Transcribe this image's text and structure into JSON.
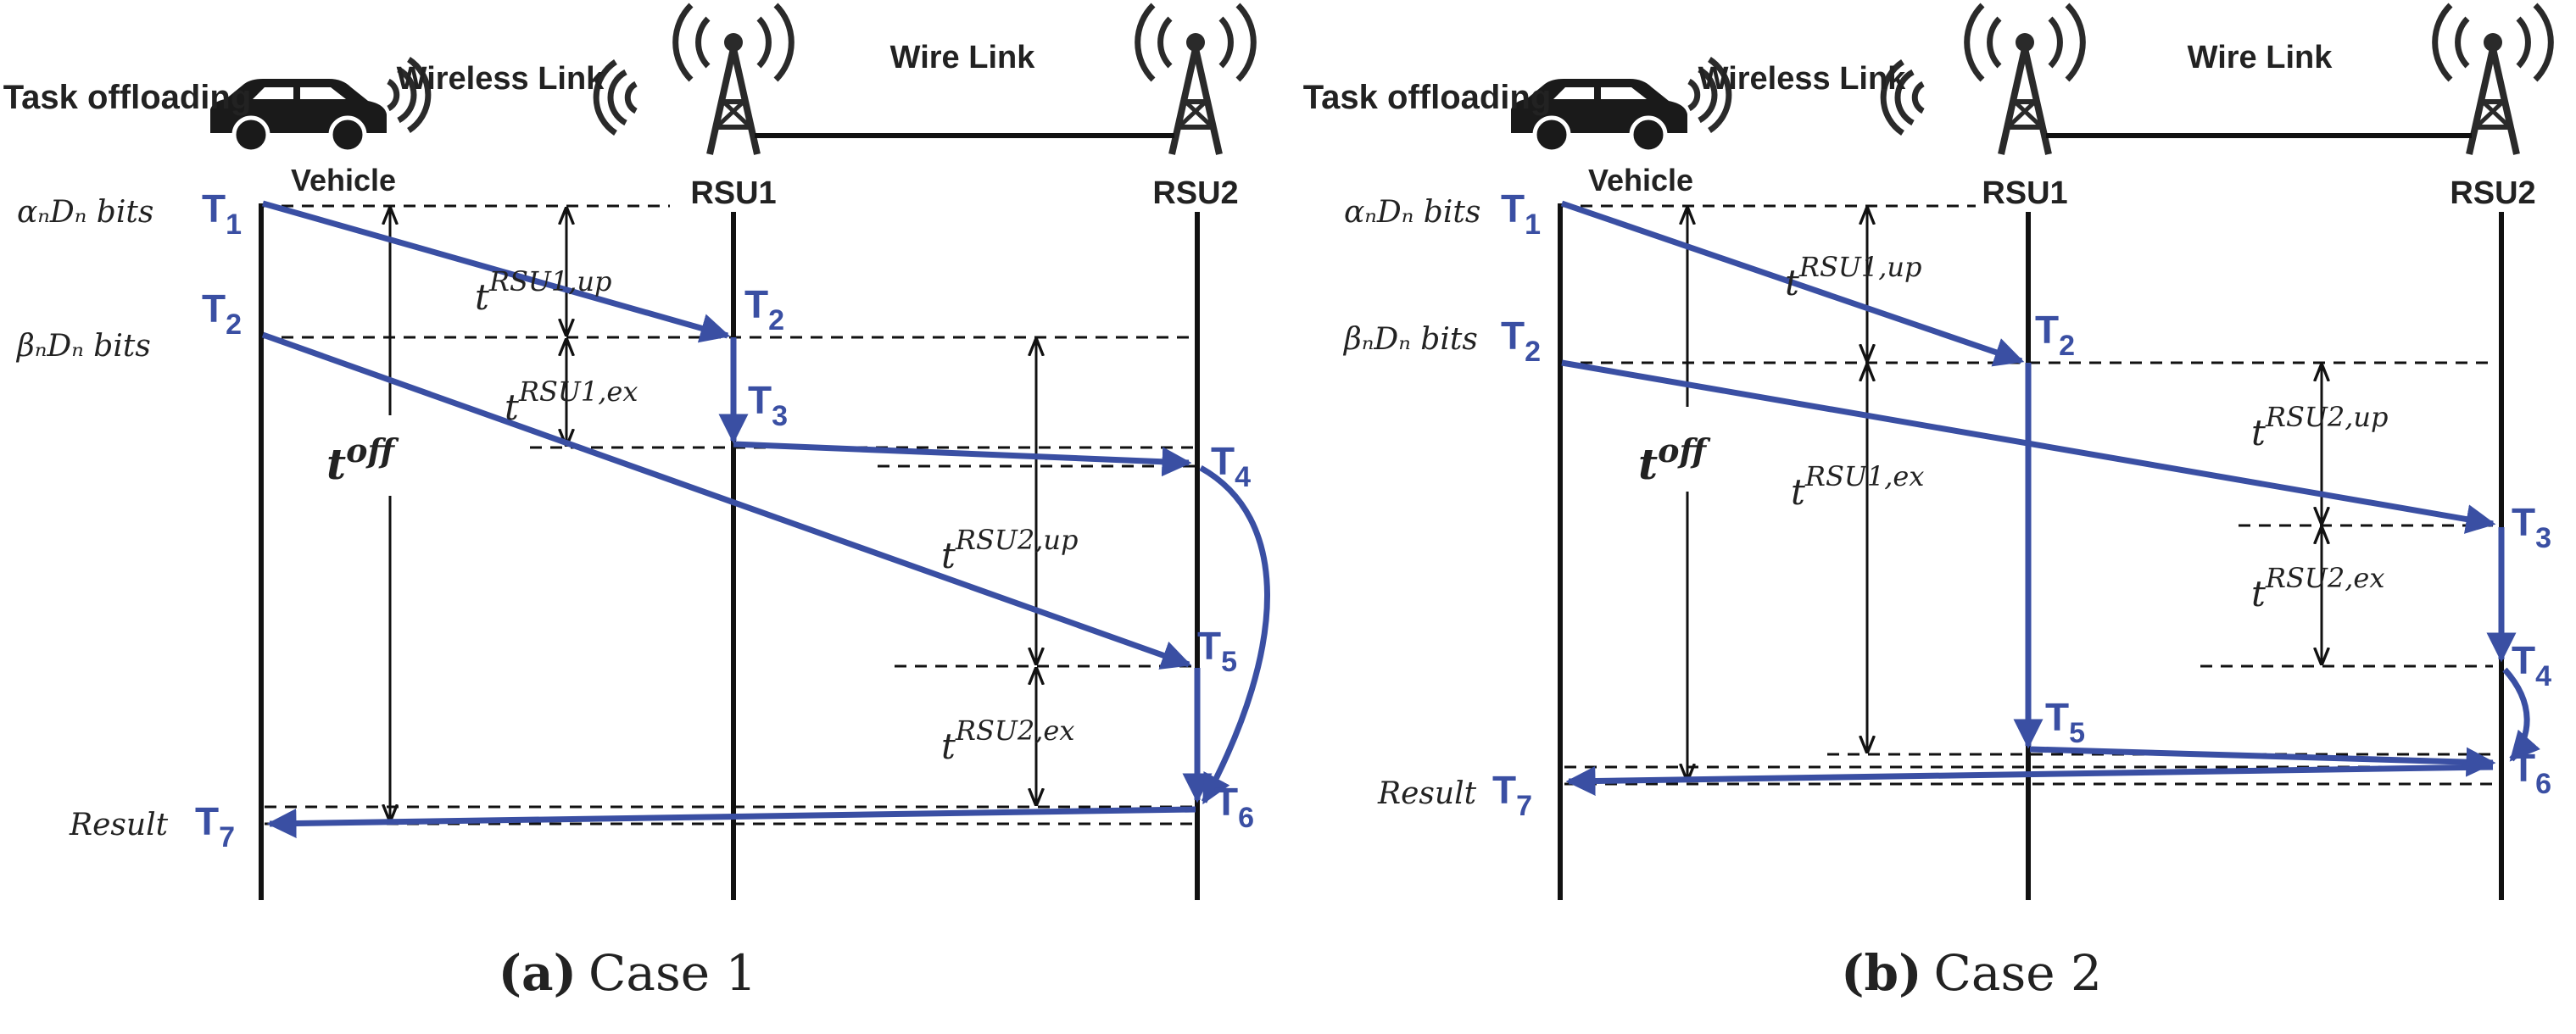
{
  "panels": [
    {
      "caption_tag": "(a)",
      "caption_text": "Case 1",
      "task_label": "Task offloading",
      "vehicle_label": "Vehicle",
      "wireless_label": "Wireless Link",
      "wire_label": "Wire Link",
      "rsu1_label": "RSU1",
      "rsu2_label": "RSU2",
      "alpha_label": "αₙDₙ bits",
      "beta_label": "βₙDₙ bits",
      "result_label": "Result",
      "t_off": "t",
      "t_off_sup": "off",
      "t_rsu1_up": "t",
      "t_rsu1_up_sup": "RSU1,up",
      "t_rsu1_ex": "t",
      "t_rsu1_ex_sup": "RSU1,ex",
      "t_rsu2_up": "t",
      "t_rsu2_up_sup": "RSU2,up",
      "t_rsu2_ex": "t",
      "t_rsu2_ex_sup": "RSU2,ex",
      "T1": "T",
      "T1_sub": "1",
      "T2a": "T",
      "T2a_sub": "2",
      "T2b": "T",
      "T2b_sub": "2",
      "T3": "T",
      "T3_sub": "3",
      "T4": "T",
      "T4_sub": "4",
      "T5": "T",
      "T5_sub": "5",
      "T6": "T",
      "T6_sub": "6",
      "T7": "T",
      "T7_sub": "7"
    },
    {
      "caption_tag": "(b)",
      "caption_text": "Case 2",
      "task_label": "Task offloading",
      "vehicle_label": "Vehicle",
      "wireless_label": "Wireless Link",
      "wire_label": "Wire Link",
      "rsu1_label": "RSU1",
      "rsu2_label": "RSU2",
      "alpha_label": "αₙDₙ bits",
      "beta_label": "βₙDₙ bits",
      "result_label": "Result",
      "t_off": "t",
      "t_off_sup": "off",
      "t_rsu1_up": "t",
      "t_rsu1_up_sup": "RSU1,up",
      "t_rsu1_ex": "t",
      "t_rsu1_ex_sup": "RSU1,ex",
      "t_rsu2_up": "t",
      "t_rsu2_up_sup": "RSU2,up",
      "t_rsu2_ex": "t",
      "t_rsu2_ex_sup": "RSU2,ex",
      "T1": "T",
      "T1_sub": "1",
      "T2a": "T",
      "T2a_sub": "2",
      "T2b": "T",
      "T2b_sub": "2",
      "T3": "T",
      "T3_sub": "3",
      "T4": "T",
      "T4_sub": "4",
      "T5": "T",
      "T5_sub": "5",
      "T6": "T",
      "T6_sub": "6",
      "T7": "T",
      "T7_sub": "7"
    }
  ],
  "colors": {
    "flow": "#3a4fa3",
    "ink": "#111111"
  },
  "icons": [
    "car-icon",
    "antenna-tower-icon",
    "wireless-signal-icon"
  ]
}
